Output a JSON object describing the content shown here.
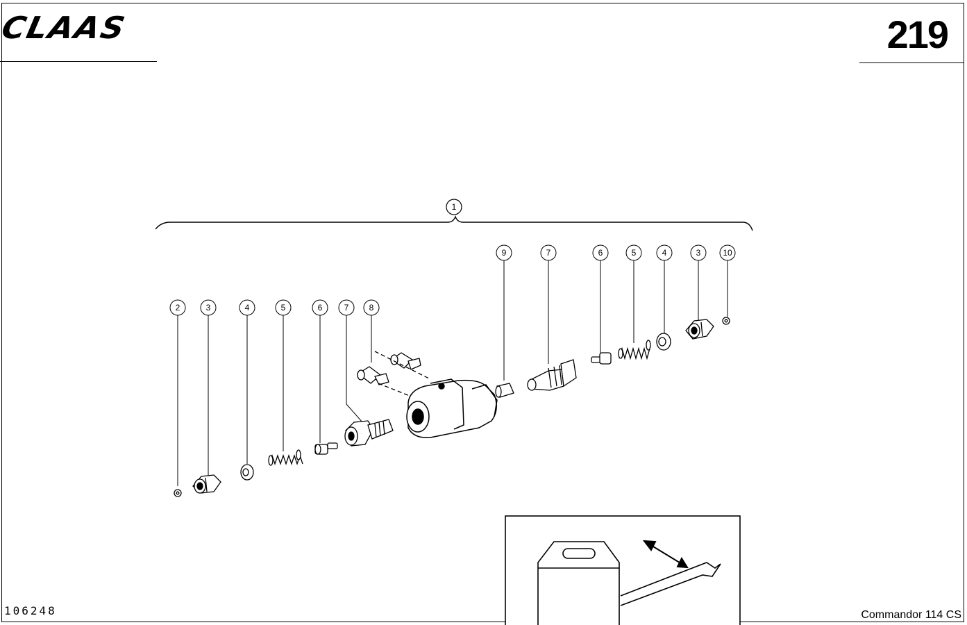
{
  "header": {
    "brand": "CLAAS",
    "page_number": "219"
  },
  "footer": {
    "drawing_number": "106248",
    "model": "Commandor 114 CS"
  },
  "callouts": {
    "assembly": "1",
    "left": [
      "2",
      "3",
      "4",
      "5",
      "6",
      "7",
      "8"
    ],
    "right": [
      "9",
      "7",
      "6",
      "5",
      "4",
      "3",
      "10"
    ]
  },
  "inset": {
    "icons": [
      "canister-icon",
      "lever-icon",
      "double-arrow-icon"
    ]
  }
}
